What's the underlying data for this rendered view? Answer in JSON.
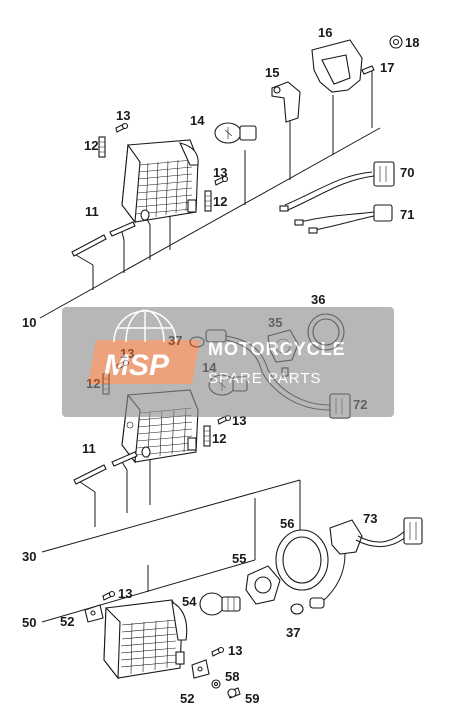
{
  "labels": {
    "p10": "10",
    "p11a": "11",
    "p12a": "12",
    "p13a": "13",
    "p14a": "14",
    "p15": "15",
    "p16": "16",
    "p17": "17",
    "p18": "18",
    "p70": "70",
    "p71": "71",
    "p12b": "12",
    "p13b": "13",
    "p37a": "37",
    "p13c": "13",
    "p12c": "12",
    "p14b": "14",
    "p35": "35",
    "p36": "36",
    "p72": "72",
    "p11b": "11",
    "p13d": "13",
    "p12d": "12",
    "p30": "30",
    "p56": "56",
    "p73": "73",
    "p55": "55",
    "p50": "50",
    "p52a": "52",
    "p13e": "13",
    "p54": "54",
    "p37b": "37",
    "p13f": "13",
    "p58": "58",
    "p52b": "52",
    "p59": "59"
  },
  "watermark": {
    "logo": "MSP",
    "title": "MOTORCYCLE",
    "subtitle": "SPARE PARTS",
    "color": "#e06a2e",
    "band_color": "#8c8c8c"
  }
}
